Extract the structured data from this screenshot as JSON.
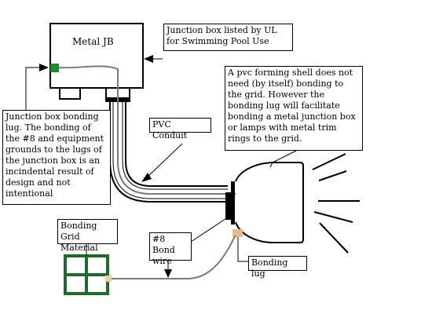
{
  "labels": {
    "metal_jb": "Metal JB",
    "junction_box_ul": "Junction box listed by UL for Swimming Pool Use",
    "pvc_shell_note": "A pvc forming shell does not need (by itself) bonding to the grid. However the bonding lug will facilitate bonding a metal junction box or lamps with metal trim rings to the grid.",
    "bonding_lug_note": "Junction box bonding lug. The bonding of the #8 and equipment grounds to the lugs of the junction box is an incindental result of design and not intentional",
    "pvc_conduit": "PVC Conduit",
    "bonding_grid_material": "Bonding Grid Material",
    "bond_wire": "#8 Bond wire",
    "bonding_lug": "Bonding lug"
  },
  "colors": {
    "bond_wire": "#6f7f75",
    "lug_green": "#1f8b2a",
    "grid_green": "#1f6b2a",
    "lug_tan": "#e8b88a",
    "grid_lug": "#e3d5a3"
  }
}
